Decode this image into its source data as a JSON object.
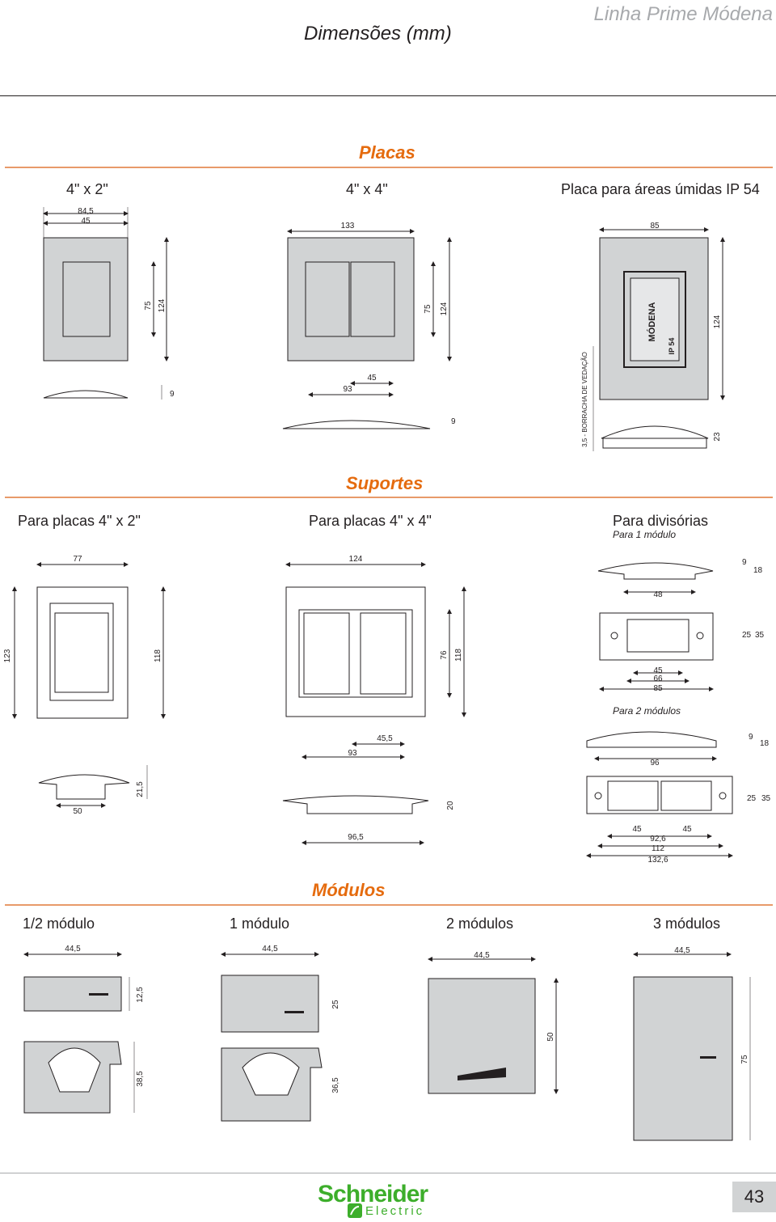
{
  "header": {
    "product_line": "Linha Prime Módena",
    "subtitle": "Dimensões (mm)"
  },
  "sections": {
    "placas": {
      "title": "Placas",
      "items": [
        {
          "label": "4\" x 2\"",
          "dims": {
            "width_outer": "84,5",
            "width_inner": "45",
            "h_inner": "75",
            "h_outer": "124",
            "depth": "9"
          }
        },
        {
          "label": "4\" x 4\"",
          "dims": {
            "width": "133",
            "h_inner": "75",
            "h_outer": "124",
            "side_w": "93",
            "side_w2": "45",
            "depth": "9"
          }
        },
        {
          "label": "Placa para áreas úmidas IP 54",
          "dims": {
            "width": "85",
            "height": "124",
            "depth": "23",
            "gasket": "3,5 - BORRACHA DE VEDAÇÃO"
          },
          "logo_text": "MÓDENA",
          "ip_text": "IP 54"
        }
      ]
    },
    "suportes": {
      "title": "Suportes",
      "items": [
        {
          "label": "Para placas 4\" x 2\"",
          "dims": {
            "width": "77",
            "h_outer": "123",
            "h_inner": "118",
            "base": "50",
            "depth": "21,5"
          }
        },
        {
          "label": "Para placas 4\" x 4\"",
          "dims": {
            "width": "124",
            "h_inner": "76",
            "h_outer": "118",
            "w1": "45,5",
            "w2": "93",
            "base": "96,5",
            "depth": "20"
          }
        },
        {
          "label": "Para divisórias",
          "sub1": "Para 1 módulo",
          "dims1": {
            "top": "48",
            "d1": "9",
            "d2": "18",
            "h1": "25",
            "h2": "35",
            "w1": "45",
            "w2": "66",
            "w3": "85"
          },
          "sub2": "Para 2 módulos",
          "dims2": {
            "top": "96",
            "d1": "9",
            "d2": "18",
            "h1": "25",
            "h2": "35",
            "w1": "45",
            "w1b": "45",
            "w2": "92,6",
            "w3": "112",
            "w4": "132,6"
          }
        }
      ]
    },
    "modulos": {
      "title": "Módulos",
      "items": [
        {
          "label": "1/2  módulo",
          "width": "44,5",
          "height": "12,5",
          "depth": "38,5"
        },
        {
          "label": "1 módulo",
          "width": "44,5",
          "height": "25",
          "depth": "36,5"
        },
        {
          "label": "2 módulos",
          "width": "44,5",
          "height": "50"
        },
        {
          "label": "3 módulos",
          "width": "44,5",
          "height": "75"
        }
      ]
    }
  },
  "footer": {
    "brand": "Schneider",
    "brand_sub": "Electric",
    "page_number": "43"
  },
  "colors": {
    "accent": "#e56b0e",
    "rule": "#e89a6a",
    "plate_fill": "#d1d3d4",
    "brand_green": "#3dae2b"
  }
}
